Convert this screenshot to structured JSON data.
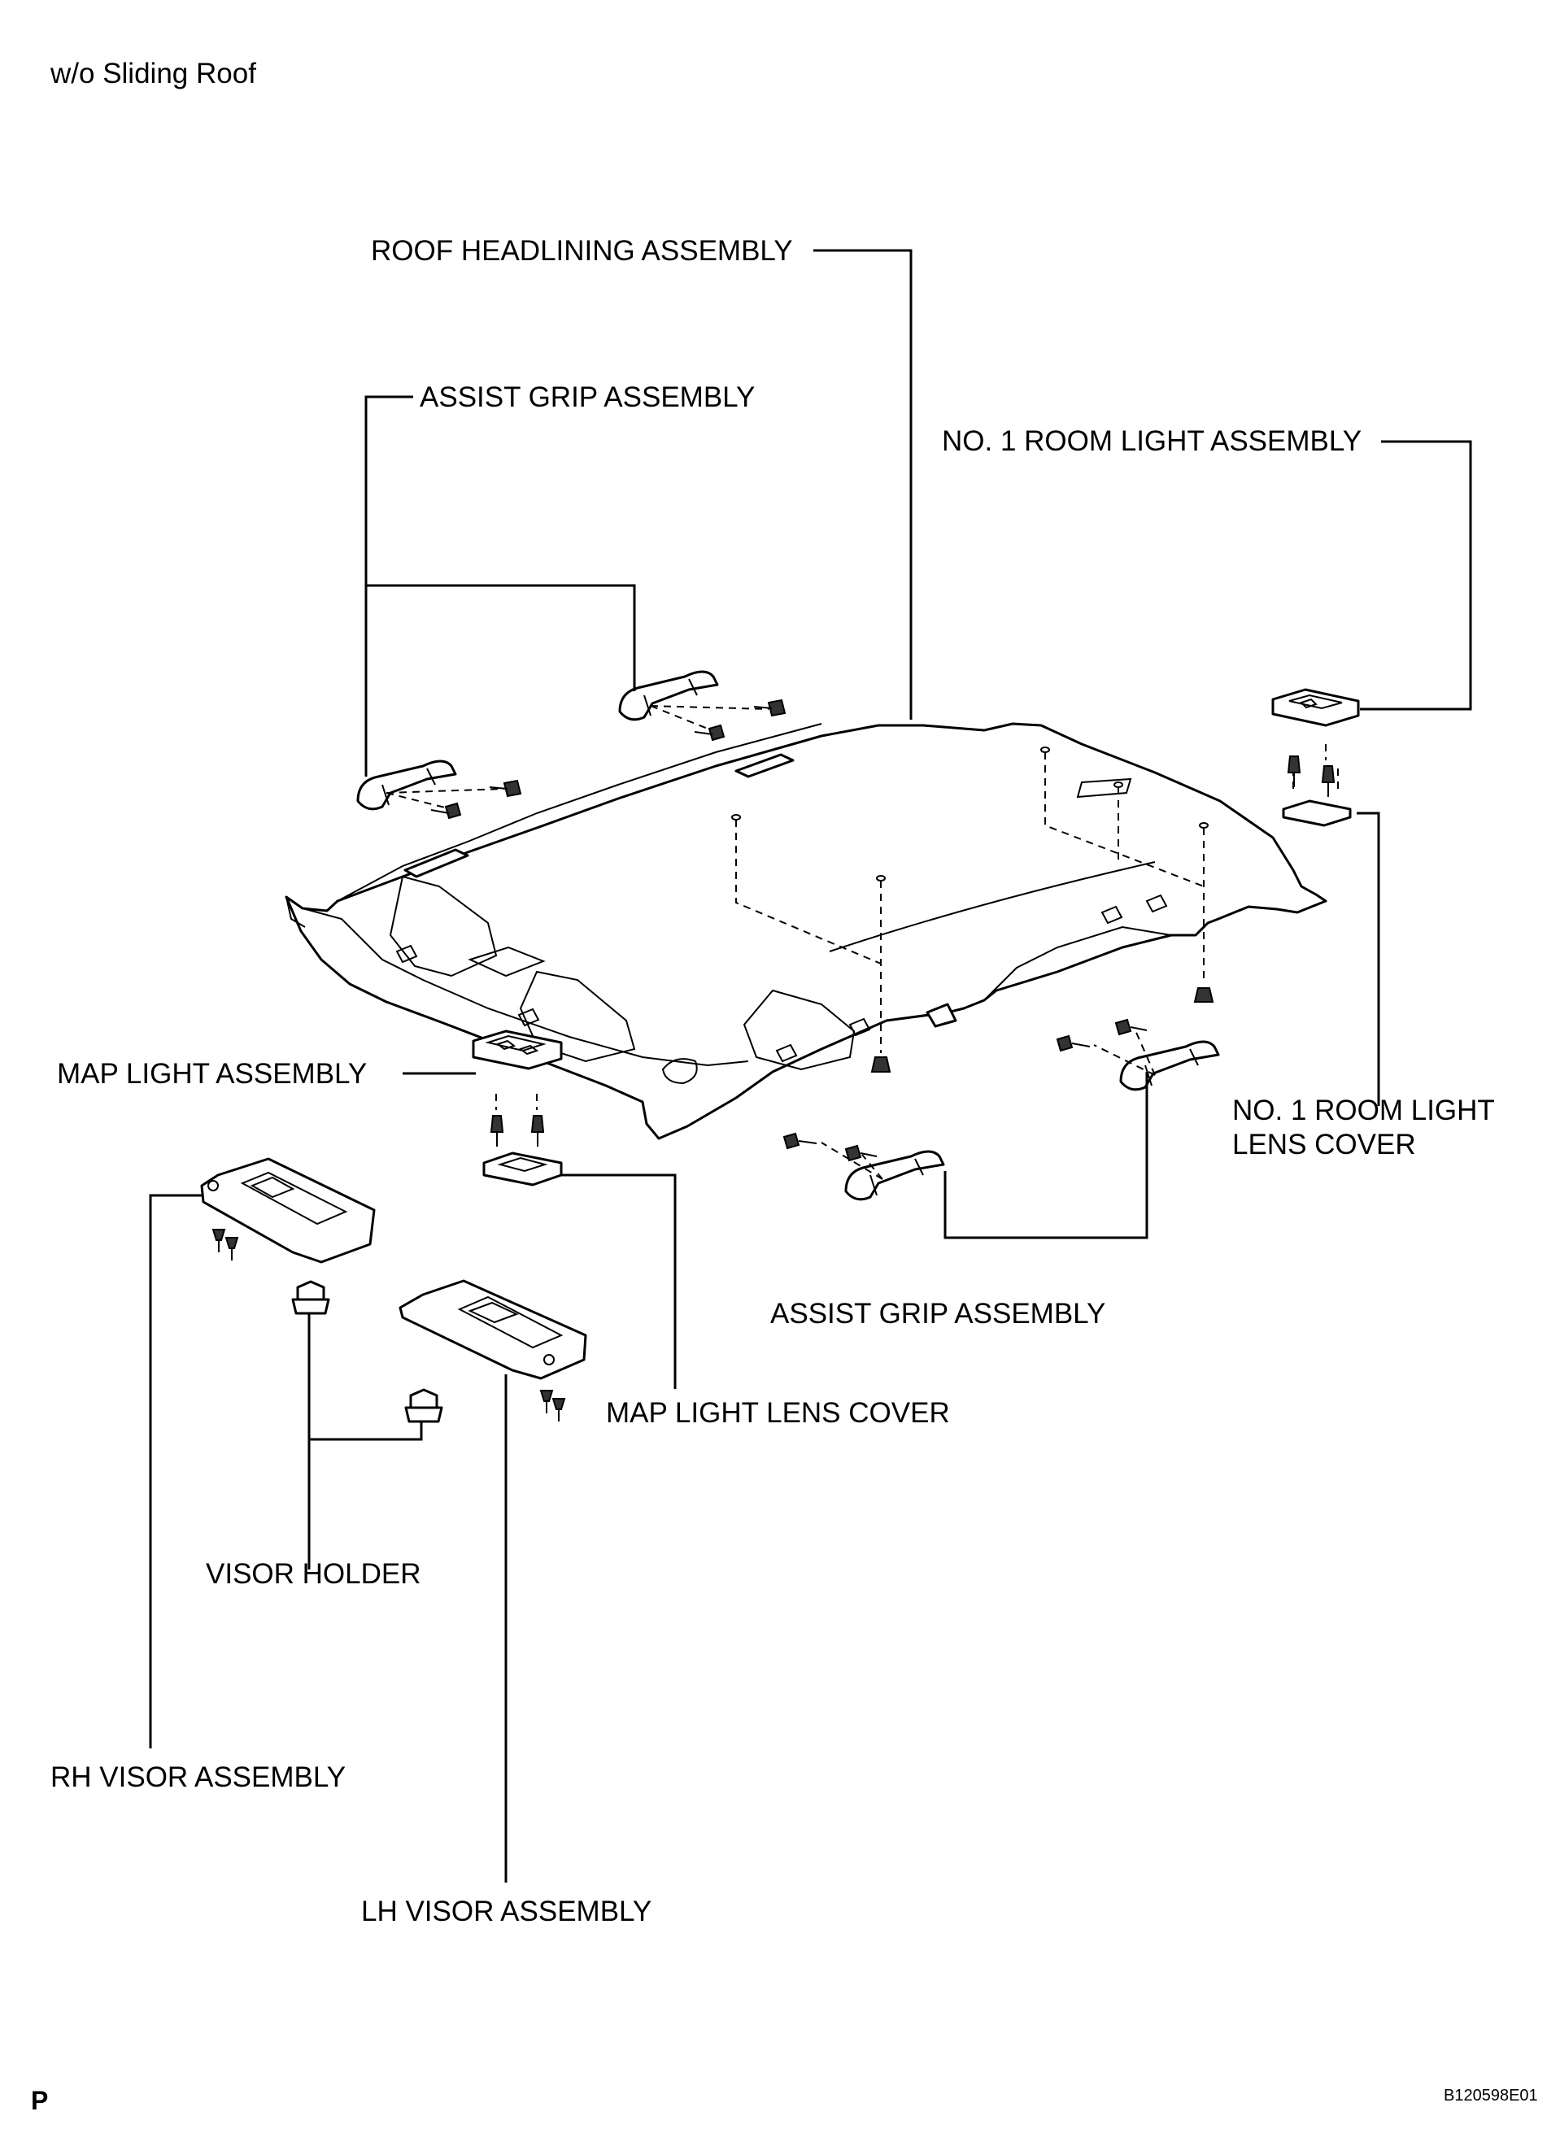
{
  "header": {
    "subtitle": "w/o Sliding Roof"
  },
  "labels": {
    "roof_headlining": "ROOF HEADLINING ASSEMBLY",
    "assist_grip_top": "ASSIST GRIP ASSEMBLY",
    "room_light": "NO. 1 ROOM LIGHT ASSEMBLY",
    "room_light_lens": "NO. 1 ROOM LIGHT\nLENS COVER",
    "map_light": "MAP LIGHT ASSEMBLY",
    "map_light_lens": "MAP LIGHT LENS COVER",
    "assist_grip_bottom": "ASSIST GRIP ASSEMBLY",
    "visor_holder": "VISOR HOLDER",
    "rh_visor": "RH VISOR ASSEMBLY",
    "lh_visor": "LH VISOR ASSEMBLY"
  },
  "footer": {
    "corner_mark": "P",
    "figure_code": "B120598E01"
  },
  "icons": [
    "headlining-part",
    "assist-grip-part",
    "room-light-part",
    "lens-cover-part",
    "map-light-part",
    "visor-part",
    "visor-holder-part",
    "bolt-part"
  ]
}
